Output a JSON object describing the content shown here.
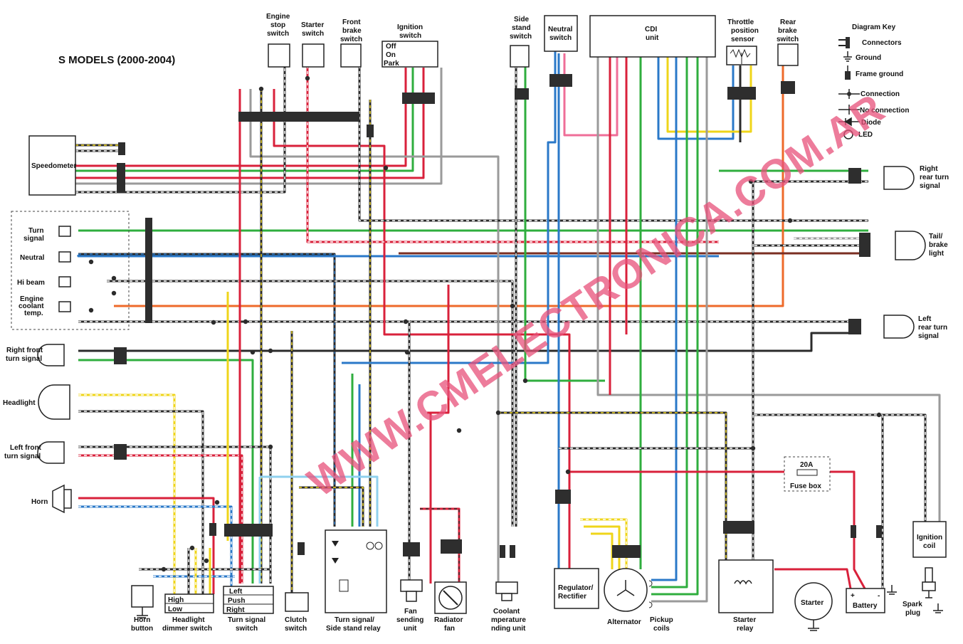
{
  "title": "S MODELS (2000-2004)",
  "watermark": "WWW.CMELECTRONICA.COM.AR",
  "key": {
    "heading": "Diagram Key",
    "items": [
      "Connectors",
      "Ground",
      "Frame ground",
      "Connection",
      "No connection",
      "Diode",
      "LED"
    ]
  },
  "top_components": {
    "engine_stop": [
      "Engine",
      "stop",
      "switch"
    ],
    "starter_switch": [
      "Starter",
      "switch"
    ],
    "front_brake": [
      "Front",
      "brake",
      "switch"
    ],
    "ignition": [
      "Ignition",
      "switch"
    ],
    "ignition_rows": [
      "Off",
      "On",
      "Park"
    ],
    "side_stand": [
      "Side",
      "stand",
      "switch"
    ],
    "neutral": [
      "Neutral",
      "switch"
    ],
    "cdi": [
      "CDI",
      "unit"
    ],
    "throttle": [
      "Throttle",
      "position",
      "sensor"
    ],
    "rear_brake": [
      "Rear",
      "brake",
      "switch"
    ]
  },
  "left_components": {
    "speedometer": "Speedometer",
    "turn_signal": [
      "Turn",
      "signal"
    ],
    "neutral": "Neutral",
    "hi_beam": "Hi beam",
    "coolant_temp": [
      "Engine",
      "coolant",
      "temp."
    ],
    "right_front_turn": [
      "Right front",
      "turn signal"
    ],
    "headlight": "Headlight",
    "left_front_turn": [
      "Left front",
      "turn signal"
    ],
    "horn": "Horn"
  },
  "right_components": {
    "right_rear_turn": [
      "Right",
      "rear turn",
      "signal"
    ],
    "tail_brake": [
      "Tail/",
      "brake",
      "light"
    ],
    "left_rear_turn": [
      "Left",
      "rear turn",
      "signal"
    ]
  },
  "bottom_components": {
    "horn_button": [
      "Horn",
      "button"
    ],
    "dimmer": [
      "Headlight",
      "dimmer switch"
    ],
    "dimmer_rows": [
      "High",
      "Low"
    ],
    "turn_switch": [
      "Turn signal",
      "switch"
    ],
    "turn_switch_rows": [
      "Left",
      "Push",
      "Right"
    ],
    "clutch": [
      "Clutch",
      "switch"
    ],
    "relay": [
      "Turn signal/",
      "Side stand relay"
    ],
    "fan_sending": [
      "Fan",
      "sending",
      "unit"
    ],
    "radiator_fan": [
      "Radiator",
      "fan"
    ],
    "coolant_sending": [
      "Coolant",
      "mperature",
      "nding unit"
    ],
    "regulator": [
      "Regulator/",
      "Rectifier"
    ],
    "alternator": "Alternator",
    "pickup": [
      "Pickup",
      "coils"
    ],
    "fuse_value": "20A",
    "fuse_box": "Fuse box",
    "starter_relay": [
      "Starter",
      "relay"
    ],
    "starter": "Starter",
    "battery": "Battery",
    "battery_plus": "+",
    "battery_minus": "-",
    "ignition_coil": [
      "Ignition",
      "coil"
    ],
    "spark_plug": [
      "Spark",
      "plug"
    ]
  },
  "colors": {
    "red": "#d9213b",
    "green": "#2fae3e",
    "blue": "#2a78c8",
    "black": "#2b2b2b",
    "yellow": "#efd51a",
    "orange": "#ee6a2a",
    "grey": "#9a9a9a",
    "pink": "#ef6e98",
    "light_blue": "#8fd0ee",
    "brown": "#7a2e22",
    "white": "#ffffff",
    "connector": "#2e2e2e"
  }
}
